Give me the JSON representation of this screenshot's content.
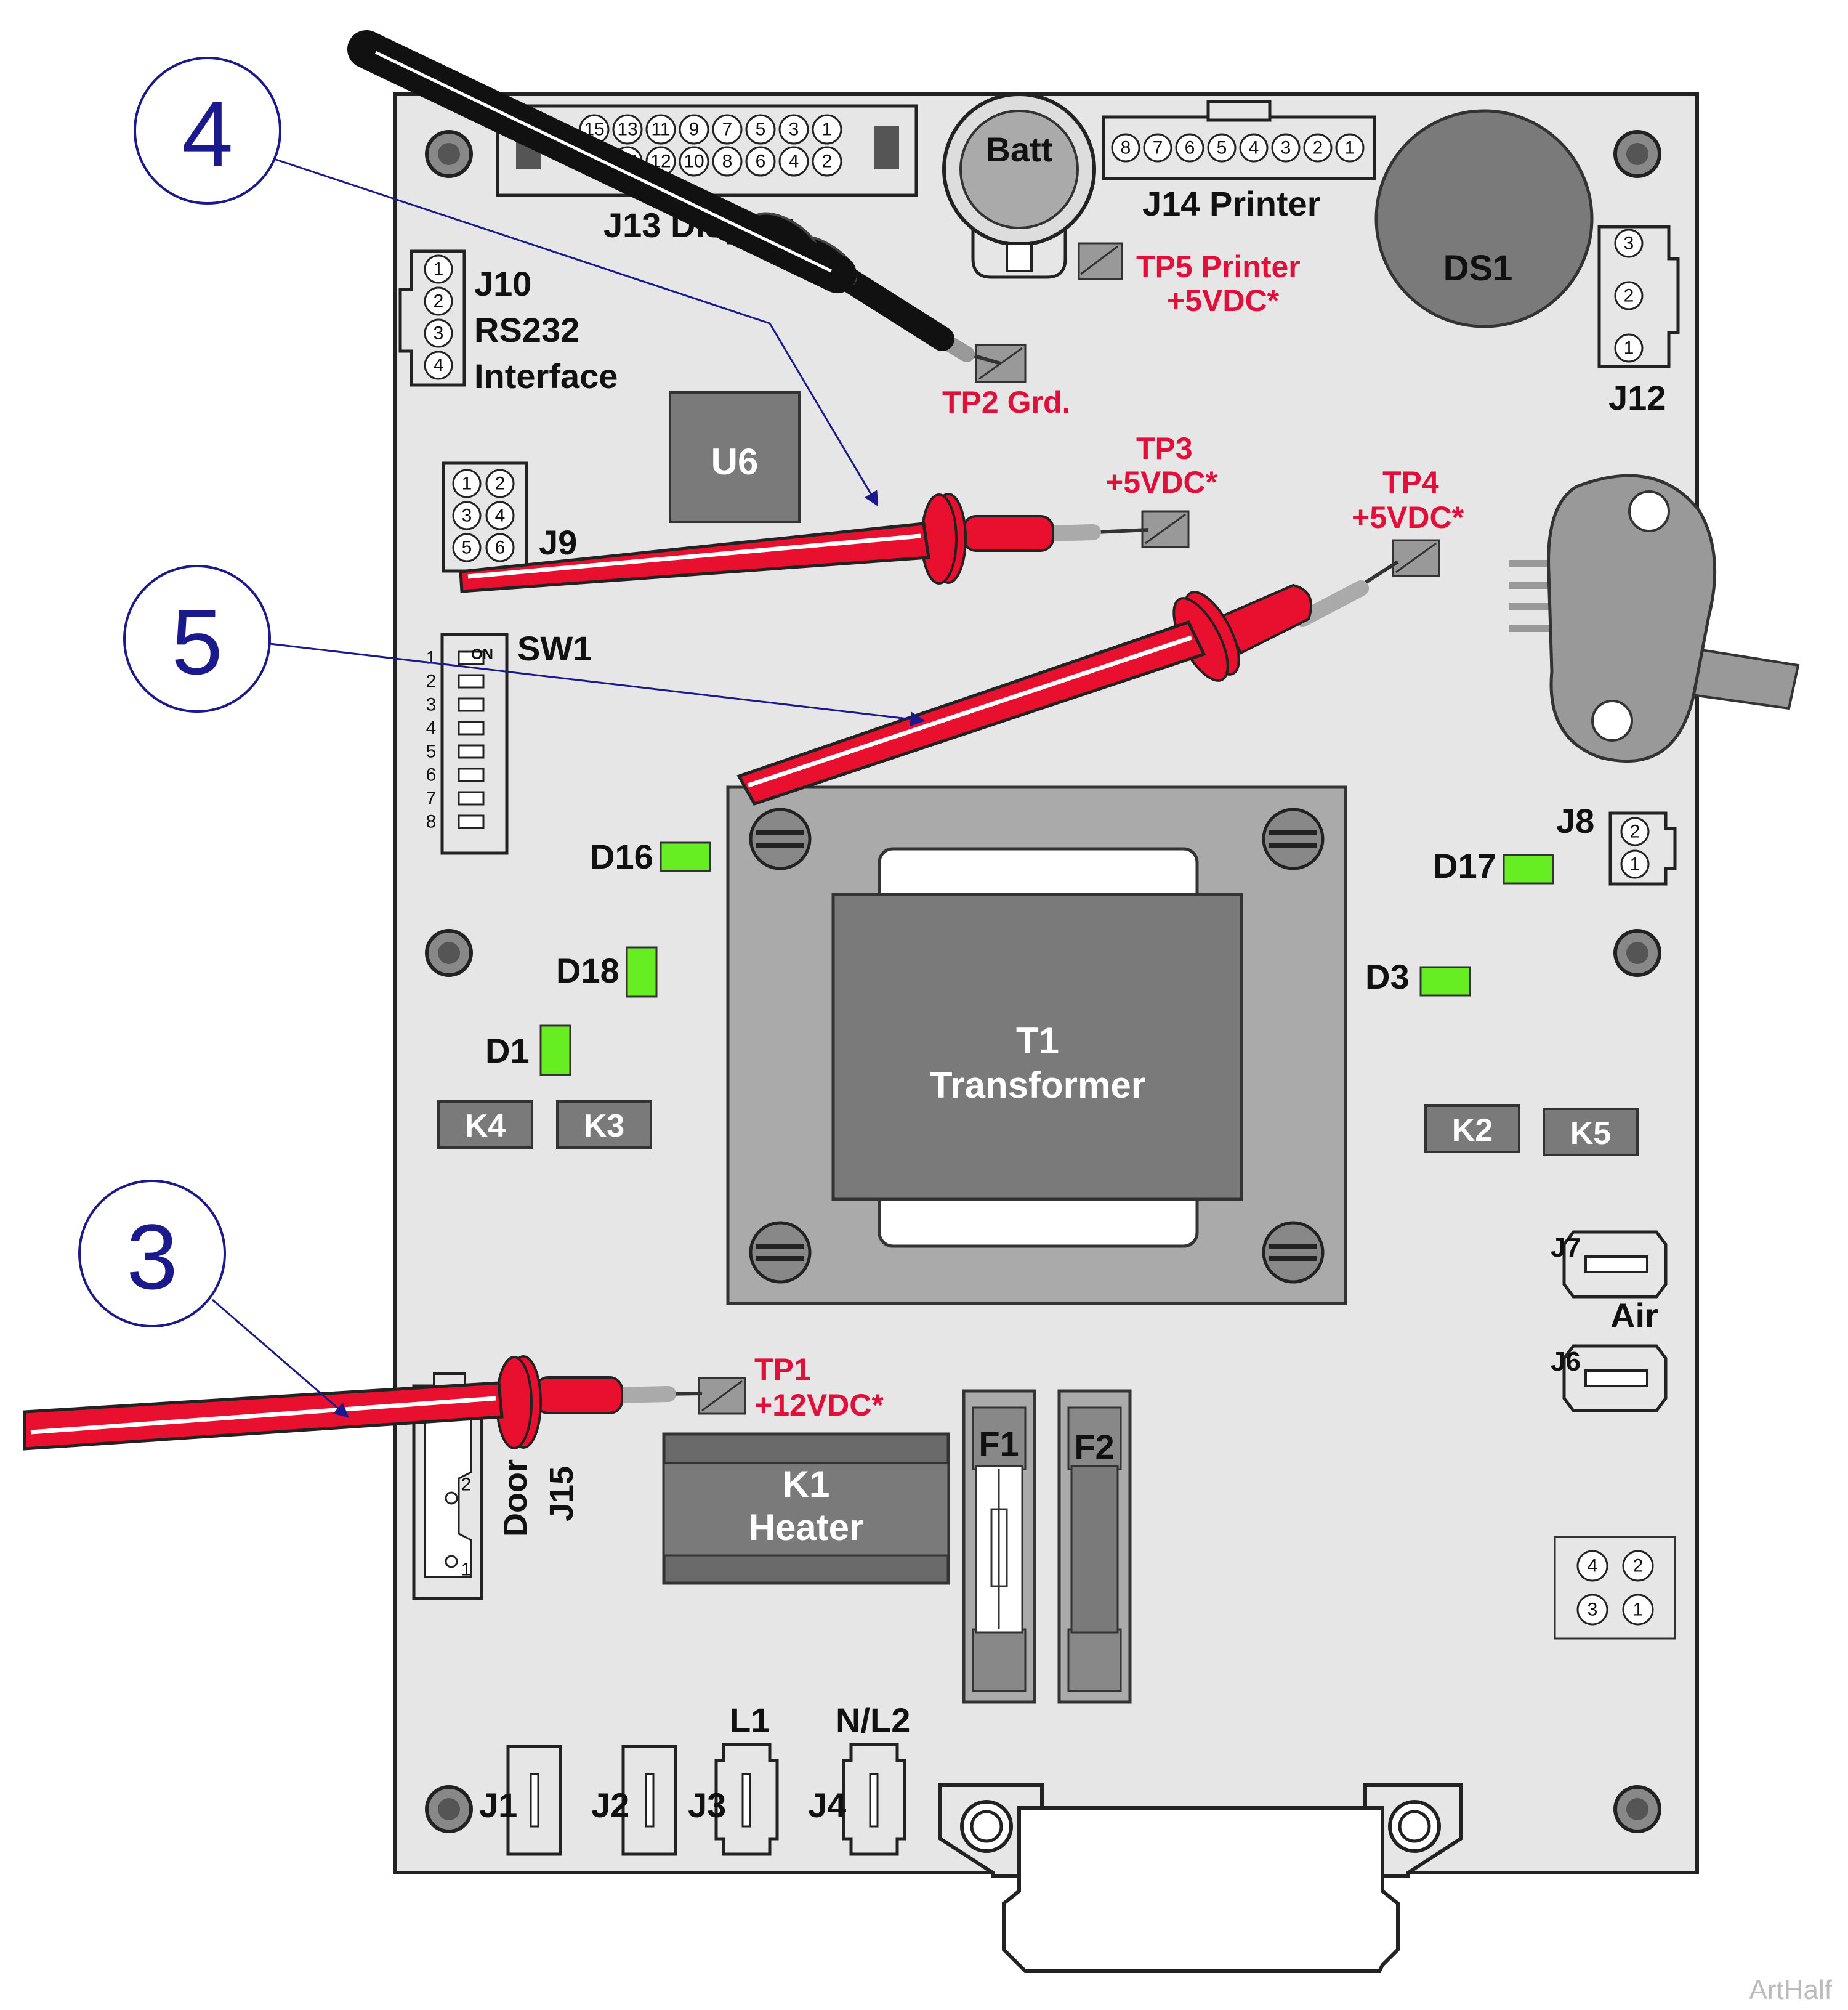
{
  "watermark": "ArtHalf",
  "callouts": [
    "4",
    "5",
    "3"
  ],
  "connectors": {
    "j13": {
      "label": "J13 Display",
      "pins_top": [
        "15",
        "13",
        "11",
        "9",
        "7",
        "5",
        "3",
        "1"
      ],
      "pins_bottom": [
        "16",
        "14",
        "12",
        "10",
        "8",
        "6",
        "4",
        "2"
      ]
    },
    "j14": {
      "label": "J14 Printer",
      "pins": [
        "8",
        "7",
        "6",
        "5",
        "4",
        "3",
        "2",
        "1"
      ]
    },
    "j10": {
      "label_1": "J10",
      "label_2": "RS232",
      "label_3": "Interface",
      "pins": [
        "1",
        "2",
        "3",
        "4"
      ]
    },
    "j12": {
      "label": "J12",
      "pins": [
        "3",
        "2",
        "1"
      ]
    },
    "j9": {
      "label": "J9",
      "pins": [
        "1",
        "2",
        "3",
        "4",
        "5",
        "6"
      ]
    },
    "j8": {
      "label": "J8",
      "pins": [
        "2",
        "1"
      ]
    },
    "j7": {
      "label": "J7"
    },
    "j6": {
      "label": "J6"
    },
    "air": {
      "label": "Air"
    },
    "j15": {
      "label": "J15",
      "sub_label": "Door",
      "pins": [
        "2",
        "1"
      ]
    },
    "j1": {
      "label": "J1"
    },
    "j2": {
      "label": "J2"
    },
    "j3": {
      "label": "J3",
      "line_label": "L1"
    },
    "j4": {
      "label": "J4",
      "line_label": "N/L2"
    },
    "aux": {
      "pins": [
        "4",
        "2",
        "3",
        "1"
      ]
    }
  },
  "components": {
    "batt": "Batt",
    "ds1": "DS1",
    "u6": "U6",
    "sw1": {
      "label": "SW1",
      "on": "ON",
      "positions": [
        "1",
        "2",
        "3",
        "4",
        "5",
        "6",
        "7",
        "8"
      ]
    },
    "t1": {
      "line1": "T1",
      "line2": "Transformer"
    },
    "k1": {
      "line1": "K1",
      "line2": "Heater"
    },
    "fuses": [
      "F1",
      "F2"
    ],
    "relays": [
      "K4",
      "K3",
      "K2",
      "K5"
    ],
    "leds": [
      "D16",
      "D18",
      "D1",
      "D17",
      "D3"
    ]
  },
  "test_points": {
    "tp1": {
      "line1": "TP1",
      "line2": "+12VDC*"
    },
    "tp2": {
      "line1": "TP2 Grd."
    },
    "tp3": {
      "line1": "TP3",
      "line2": "+5VDC*"
    },
    "tp4": {
      "line1": "TP4",
      "line2": "+5VDC*"
    },
    "tp5": {
      "line1": "TP5 Printer",
      "line2": "+5VDC*"
    }
  },
  "colors": {
    "probe_red": "#e8102e",
    "probe_black": "#111111",
    "board": "#e6e6e6",
    "led_green": "#66ee22",
    "test_point_text": "#e0103a",
    "callout_blue": "#1a1a8c"
  }
}
